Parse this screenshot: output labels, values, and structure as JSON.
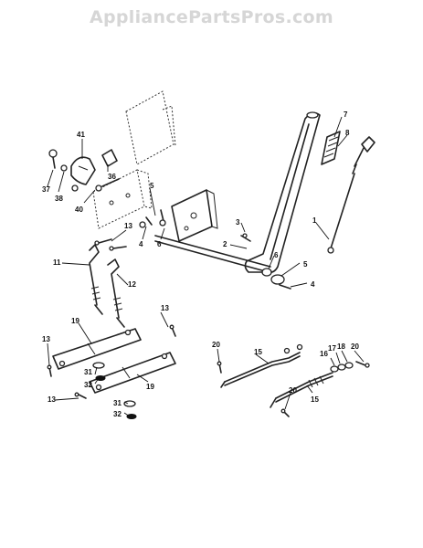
{
  "watermark": "AppliancePartsPros.com",
  "callouts": {
    "c1": "1",
    "c2": "2",
    "c3": "3",
    "c4a": "4",
    "c4b": "4",
    "c5a": "5",
    "c5b": "5",
    "c6a": "6",
    "c6b": "6",
    "c7": "7",
    "c8": "8",
    "c11": "11",
    "c12": "12",
    "c13a": "13",
    "c13b": "13",
    "c13c": "13",
    "c13d": "13",
    "c15a": "15",
    "c15b": "15",
    "c16": "16",
    "c17": "17",
    "c18": "18",
    "c19a": "19",
    "c19b": "19",
    "c20a": "20",
    "c20b": "20",
    "c20c": "20",
    "c31a": "31",
    "c31b": "31",
    "c32a": "32",
    "c32b": "32",
    "c36": "36",
    "c37": "37",
    "c38": "38",
    "c40": "40",
    "c41": "41"
  }
}
